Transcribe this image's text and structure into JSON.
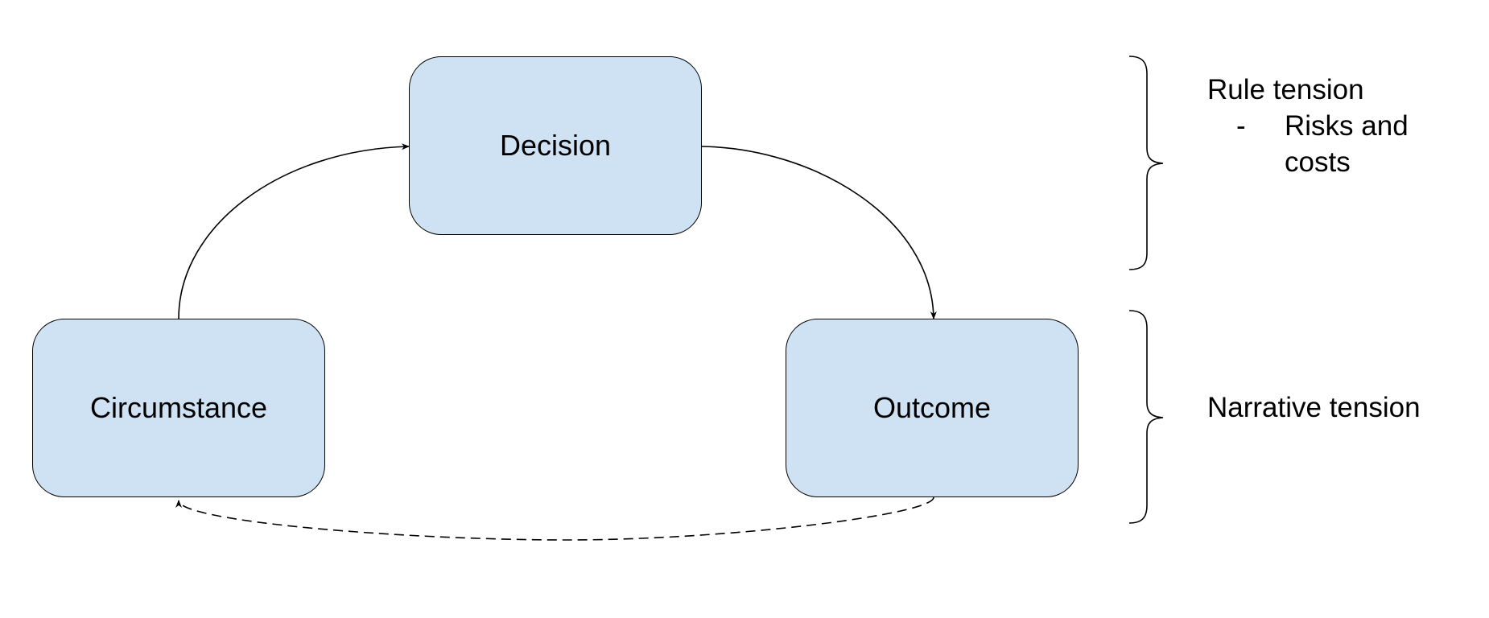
{
  "nodes": {
    "decision": "Decision",
    "circumstance": "Circumstance",
    "outcome": "Outcome"
  },
  "annotations": {
    "rule_tension": {
      "title": "Rule tension",
      "bullet_marker": "-",
      "bullet_text": "Risks and costs"
    },
    "narrative_tension": {
      "title": "Narrative tension"
    }
  },
  "colors": {
    "node_fill": "#cfe2f3",
    "stroke": "#000000",
    "background": "#ffffff"
  }
}
